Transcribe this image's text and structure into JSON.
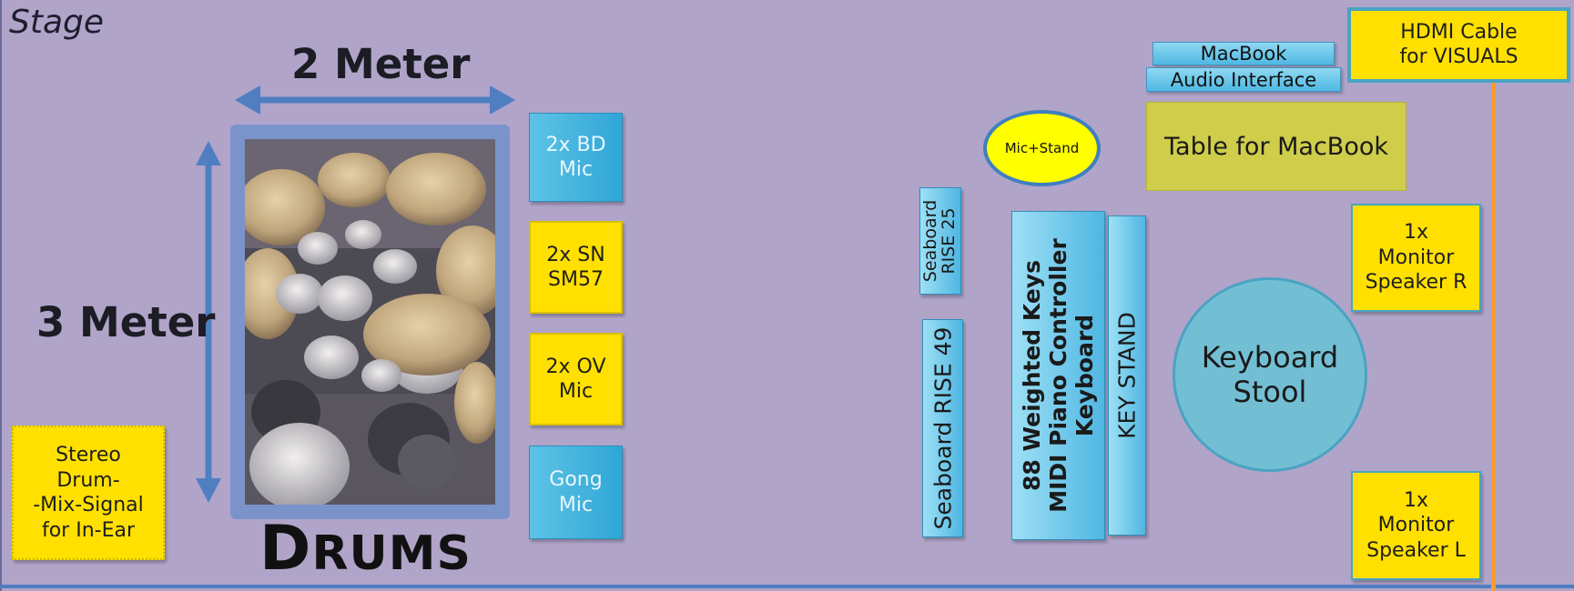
{
  "stage_label": "Stage",
  "width_label": "2 Meter",
  "height_label": "3 Meter",
  "drums_label": {
    "first": "D",
    "rest": "RUMS"
  },
  "mics": {
    "bd": [
      "2x BD",
      "Mic"
    ],
    "sn": [
      "2x SN",
      "SM57"
    ],
    "ov": [
      "2x OV",
      "Mic"
    ],
    "gong": [
      "Gong",
      "Mic"
    ]
  },
  "stereo_mix": [
    "Stereo",
    "Drum-",
    "-Mix-Signal",
    "for In-Ear"
  ],
  "mic_stand": "Mic+Stand",
  "seaboard_25": [
    "Seaboard",
    "RISE 25"
  ],
  "seaboard_49": "Seaboard RISE 49",
  "midi_keyboard": [
    "88 Weighted Keys",
    "MIDI Piano Controller",
    "Keyboard"
  ],
  "key_stand": "KEY STAND",
  "macbook": "MacBook",
  "audio_interface": "Audio Interface",
  "table": "Table for MacBook",
  "hdmi": [
    "HDMI Cable",
    "for VISUALS"
  ],
  "monitor_r": [
    "1x",
    "Monitor",
    "Speaker R"
  ],
  "monitor_l": [
    "1x",
    "Monitor",
    "Speaker L"
  ],
  "stool": [
    "Keyboard",
    "Stool"
  ],
  "colors": {
    "stage_background": "#b0a4c9",
    "yellow_box": "#ffe000",
    "cyan_box": "#3fb4e0",
    "arrow": "#4f7fc0",
    "cable": "#ff9a2e",
    "table": "#cfcd4a",
    "stool": "#72bfd4"
  }
}
